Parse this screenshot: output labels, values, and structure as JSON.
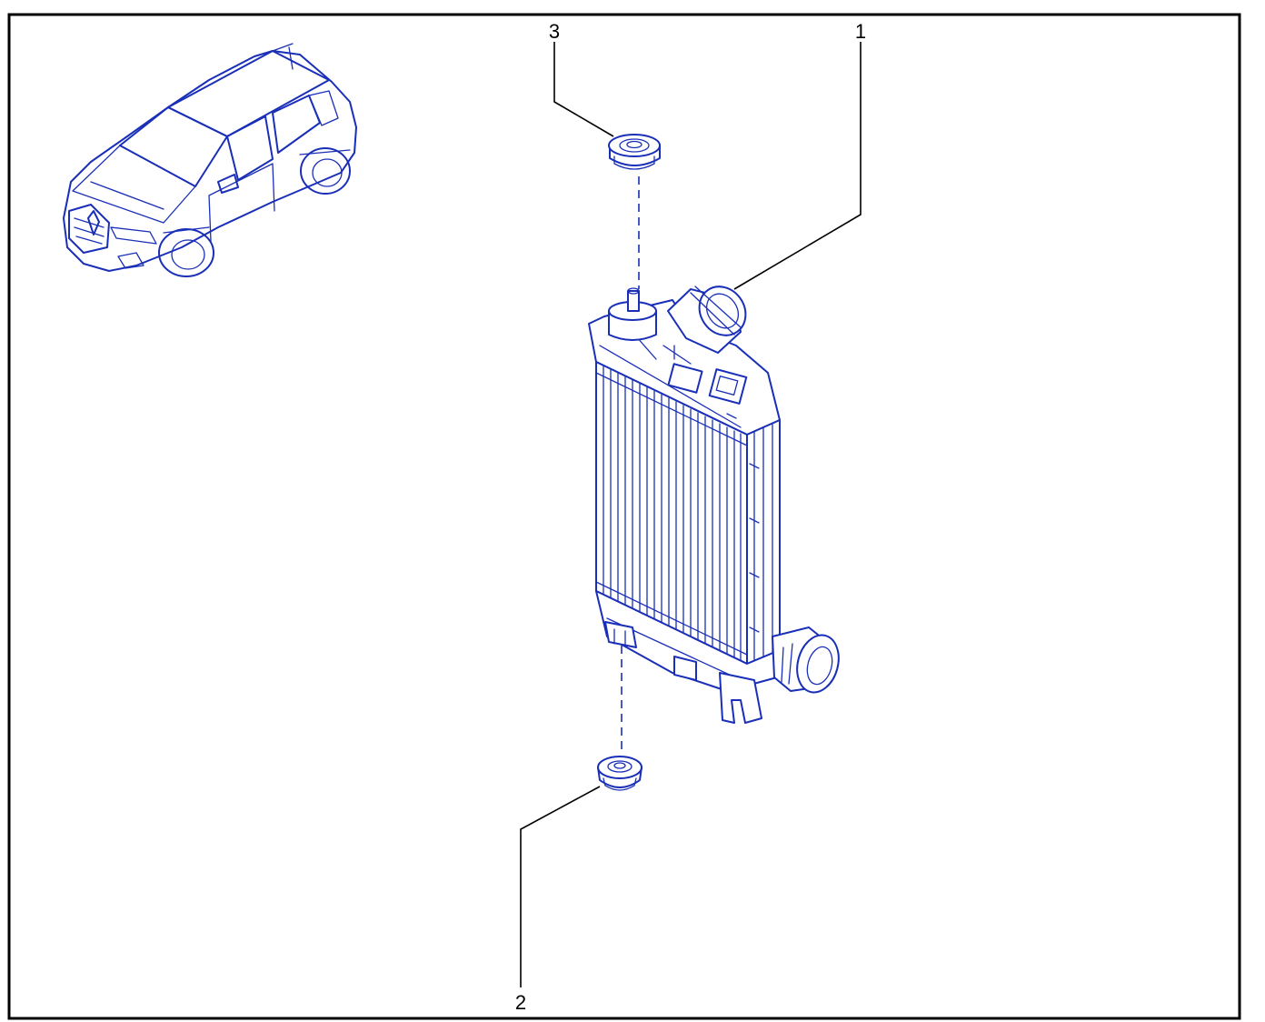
{
  "diagram": {
    "colors": {
      "line_art": "#1a2fb8",
      "frame": "#000000",
      "background": "#ffffff"
    },
    "callouts": [
      {
        "id": "1",
        "label": "1"
      },
      {
        "id": "2",
        "label": "2"
      },
      {
        "id": "3",
        "label": "3"
      }
    ]
  }
}
